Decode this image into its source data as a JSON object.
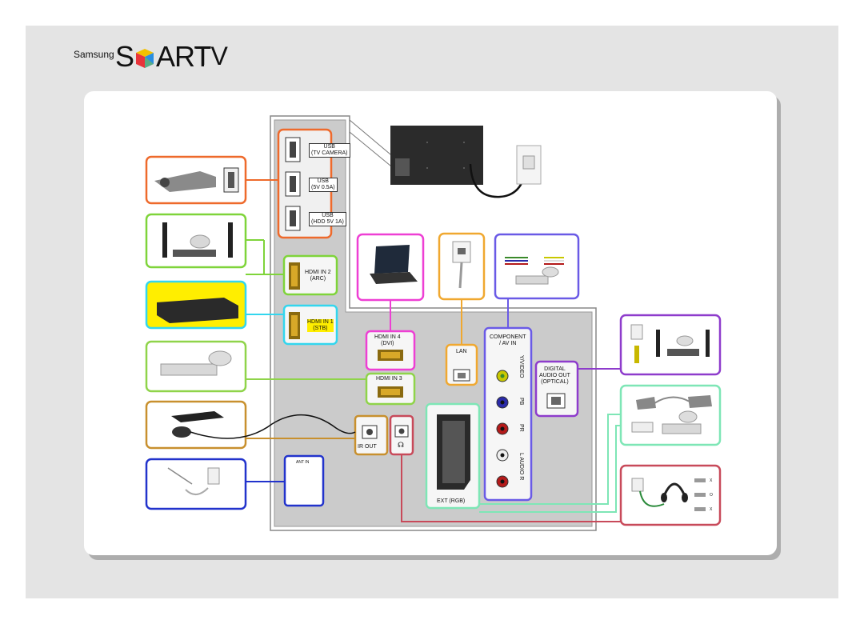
{
  "brand": {
    "samsung": "Samsung",
    "smart_prefix": "S",
    "smart_suffix": "ART",
    "tv": "TV"
  },
  "ports": {
    "usb_1": {
      "title": "USB",
      "sub": "(TV CAMERA)"
    },
    "usb_2": {
      "title": "USB",
      "sub": "(5V 0.5A)"
    },
    "usb_3": {
      "title": "USB",
      "sub": "(HDD 5V 1A)"
    },
    "hdmi_2": {
      "title": "HDMI IN 2",
      "sub": "(ARC)"
    },
    "hdmi_1": {
      "title": "HDMI IN 1",
      "sub": "(STB)"
    },
    "hdmi_4": {
      "title": "HDMI IN 4",
      "sub": "(DVI)"
    },
    "hdmi_3": {
      "title": "HDMI IN 3"
    },
    "lan": {
      "title": "LAN"
    },
    "component": {
      "title": "COMPONENT",
      "sub": "/ AV IN"
    },
    "video": "Y/VIDEO",
    "pb": "PB",
    "pr": "PR",
    "audio": "L AUDIO R",
    "digital_audio": {
      "l1": "DIGITAL",
      "l2": "AUDIO OUT",
      "l3": "(OPTICAL)"
    },
    "ir_out": "IR OUT",
    "ext": "EXT (RGB)",
    "ant_in": "ANT IN"
  },
  "headphone_plugs": [
    "X",
    "O",
    "X"
  ],
  "colors": {
    "usb": "#ee6a2c",
    "hdmi_arc": "#7fd43a",
    "hdmi_stb": "#33d6ee",
    "hdmi_dvi": "#ee3fd4",
    "hdmi_3": "#8fd44a",
    "lan": "#f0a830",
    "component": "#6a5ae6",
    "optical": "#8e3ccc",
    "ir": "#c8902e",
    "ant": "#2233cc",
    "ext": "#7ee6b6",
    "headphone": "#c84a5a",
    "stb_fill": "#ffee00",
    "frame_bg": "#e4e4e4",
    "panel_bg": "#c9c9c9"
  }
}
